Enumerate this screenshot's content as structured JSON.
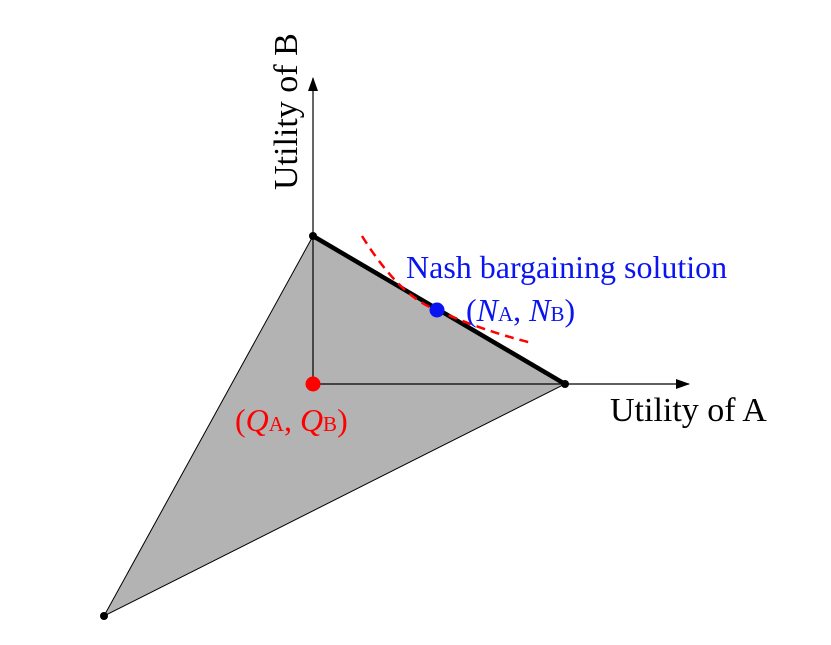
{
  "labels": {
    "y_axis": "Utility of B",
    "x_axis": "Utility of A",
    "nash_solution": "Nash bargaining solution",
    "nash_point": {
      "open": "(",
      "var1": "N",
      "sub1": "A",
      "sep": ", ",
      "var2": "N",
      "sub2": "B",
      "close": ")"
    },
    "disagreement_point": {
      "open": "(",
      "var1": "Q",
      "sub1": "A",
      "sep": ", ",
      "var2": "Q",
      "sub2": "B",
      "close": ")"
    }
  },
  "colors": {
    "region_fill": "#b3b3b3",
    "frontier": "#000000",
    "nash": "#0a14f0",
    "disagreement": "#ff0000",
    "indifference_curve": "#ff0000"
  }
}
